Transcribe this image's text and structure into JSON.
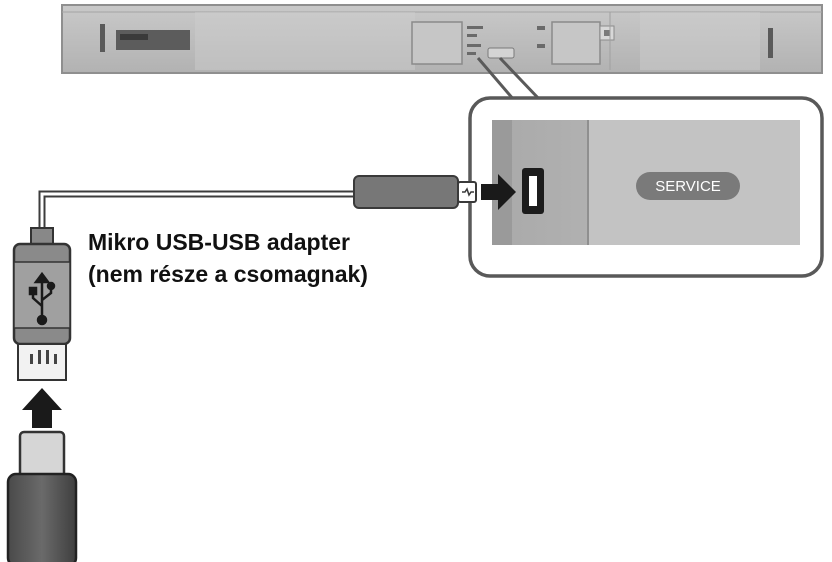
{
  "diagram": {
    "caption": {
      "line1": "Mikro USB-USB adapter",
      "line2": "(nem része a csomagnak)"
    },
    "port_label": "SERVICE"
  },
  "icons": {
    "usb": "usb-trident-icon",
    "arrow_right": "arrow-right-icon",
    "arrow_up": "arrow-up-icon"
  }
}
